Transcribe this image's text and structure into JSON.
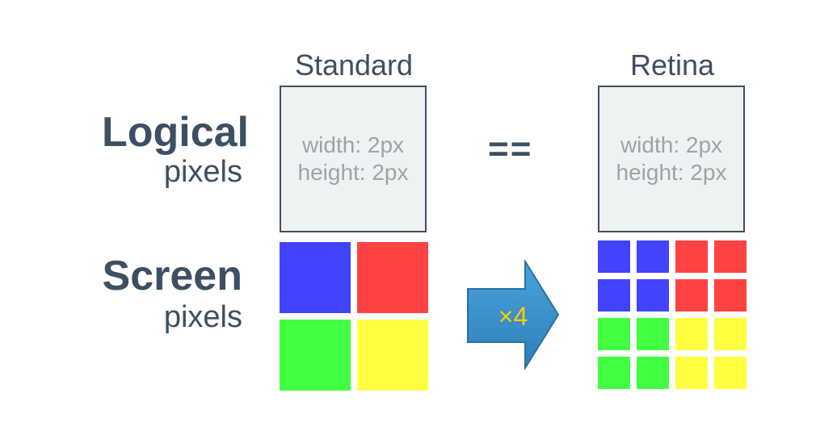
{
  "columns": {
    "standard": "Standard",
    "retina": "Retina"
  },
  "rows": {
    "logical": {
      "title": "Logical",
      "subtitle": "pixels"
    },
    "screen": {
      "title": "Screen",
      "subtitle": "pixels"
    }
  },
  "logical_box": {
    "width_text": "width: 2px",
    "height_text": "height: 2px"
  },
  "equals": "==",
  "arrow_label": "×4",
  "colors": {
    "blue": "#4242ff",
    "red": "#ff4242",
    "green": "#42ff42",
    "yellow": "#ffff42",
    "arrow": "#3b8fc8",
    "arrow_text": "#ffcc00",
    "text": "#3d4f63",
    "box_fill": "#eff2f3",
    "box_text": "#9ba4ab"
  },
  "standard_grid": [
    "blue",
    "red",
    "green",
    "yellow"
  ],
  "retina_grid": [
    [
      "blue",
      "blue",
      "red",
      "red"
    ],
    [
      "blue",
      "blue",
      "red",
      "red"
    ],
    [
      "green",
      "green",
      "yellow",
      "yellow"
    ],
    [
      "green",
      "green",
      "yellow",
      "yellow"
    ]
  ]
}
